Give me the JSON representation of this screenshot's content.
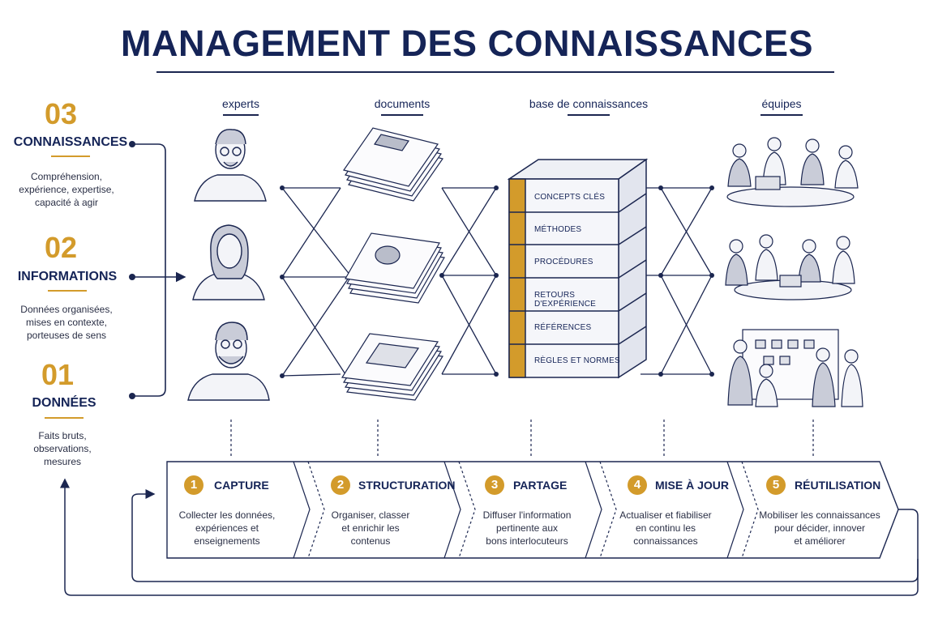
{
  "title": "MANAGEMENT DES CONNAISSANCES",
  "levels": [
    {
      "num": "03",
      "name": "CONNAISSANCES",
      "desc": [
        "Compréhension,",
        "expérience, expertise,",
        "capacité à agir"
      ]
    },
    {
      "num": "02",
      "name": "INFORMATIONS",
      "desc": [
        "Données organisées,",
        "mises en contexte,",
        "porteuses de sens"
      ]
    },
    {
      "num": "01",
      "name": "DONNÉES",
      "desc": [
        "Faits bruts,",
        "observations,",
        "mesures"
      ]
    }
  ],
  "columns": {
    "experts": "experts",
    "documents": "documents",
    "kb": "base de connaissances",
    "teams": "équipes"
  },
  "kb_items": [
    "CONCEPTS CLÉS",
    "MÉTHODES",
    "PROCÉDURES",
    "RETOURS D'EXPÉRIENCE",
    "RÉFÉRENCES",
    "RÈGLES ET NORMES"
  ],
  "steps": [
    {
      "num": "1",
      "title": "CAPTURE",
      "desc": [
        "Collecter les données,",
        "expériences et",
        "enseignements"
      ]
    },
    {
      "num": "2",
      "title": "STRUCTURATION",
      "desc": [
        "Organiser, classer",
        "et enrichir les",
        "contenus"
      ]
    },
    {
      "num": "3",
      "title": "PARTAGE",
      "desc": [
        "Diffuser l'information",
        "pertinente aux",
        "bons interlocuteurs"
      ]
    },
    {
      "num": "4",
      "title": "MISE À JOUR",
      "desc": [
        "Actualiser et fiabiliser",
        "en continu les",
        "connaissances"
      ]
    },
    {
      "num": "5",
      "title": "RÉUTILISATION",
      "desc": [
        "Mobiliser les connaissances",
        "pour décider, innover",
        "et améliorer"
      ]
    }
  ],
  "icons": [
    "expert-portrait-icon",
    "document-stack-icon",
    "team-meeting-icon",
    "whiteboard-team-icon"
  ],
  "colors": {
    "navy": "#152457",
    "gold": "#d39b2b"
  }
}
